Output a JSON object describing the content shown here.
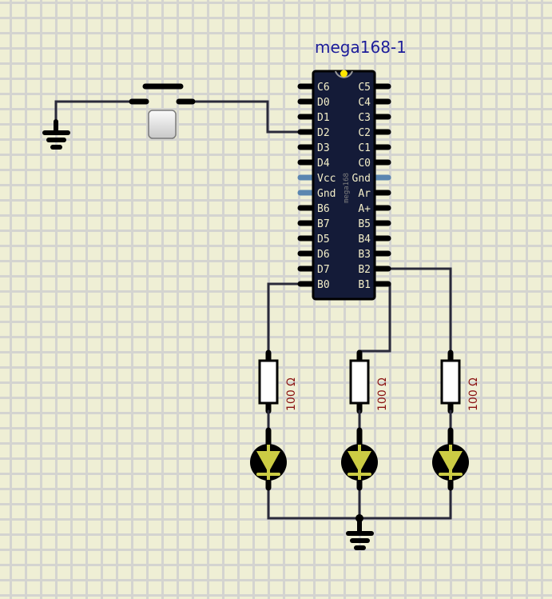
{
  "chip": {
    "title": "mega168-1",
    "model_label": "mega168",
    "left_pins": [
      "C6",
      "D0",
      "D1",
      "D2",
      "D3",
      "D4",
      "Vcc",
      "Gnd",
      "B6",
      "B7",
      "D5",
      "D6",
      "D7",
      "B0"
    ],
    "right_pins": [
      "C5",
      "C4",
      "C3",
      "C2",
      "C1",
      "C0",
      "Gnd",
      "Ar",
      "A+",
      "B5",
      "B4",
      "B3",
      "B2",
      "B1"
    ],
    "power_pins": [
      "Vcc",
      "Gnd"
    ],
    "pin1_indicator_color": "#ffe600"
  },
  "components": {
    "push_button": {
      "type": "push-button"
    },
    "ground_left": {
      "type": "ground"
    },
    "ground_bottom": {
      "type": "ground"
    },
    "resistors": [
      {
        "id": "R1",
        "label": "100 Ω",
        "connected_to": "B0"
      },
      {
        "id": "R2",
        "label": "100 Ω",
        "connected_to": "B1"
      },
      {
        "id": "R3",
        "label": "100 Ω",
        "connected_to": "B2"
      }
    ],
    "leds": [
      {
        "id": "LED1",
        "color": "#cccc44"
      },
      {
        "id": "LED2",
        "color": "#cccc44"
      },
      {
        "id": "LED3",
        "color": "#cccc44"
      }
    ]
  },
  "colors": {
    "background": "#efefd5",
    "grid": "#d4d4d0",
    "wire": "#2a2a3a",
    "chip_body": "#141b38",
    "chip_title": "#1d1d9a",
    "resistor_label": "#8b1212"
  }
}
